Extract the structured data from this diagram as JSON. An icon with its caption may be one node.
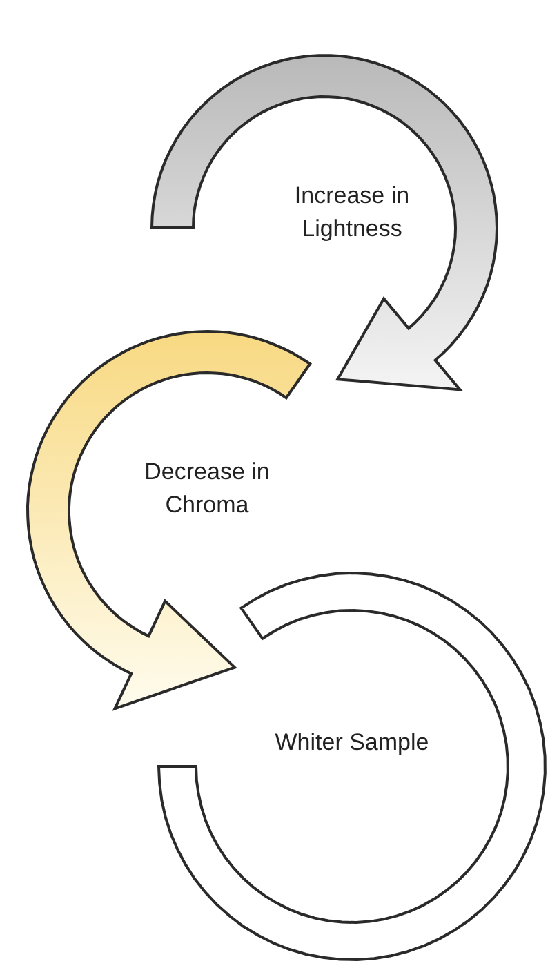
{
  "diagram": {
    "nodes": [
      {
        "text": [
          "Increase in Lightness"
        ]
      },
      {
        "text": [
          "Decrease in Chroma"
        ]
      },
      {
        "text": [
          "Whiter Sample"
        ]
      }
    ]
  }
}
